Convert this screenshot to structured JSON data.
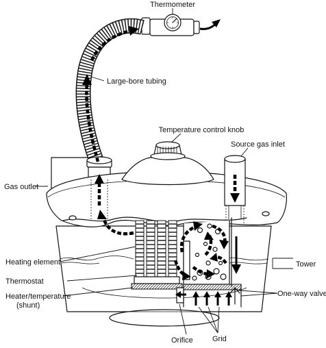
{
  "labels": {
    "thermometer": "Thermometer",
    "large_bore_tubing": "Large-bore tubing",
    "temperature_control_knob": "Temperature control knob",
    "source_gas_inlet": "Source gas inlet",
    "gas_outlet": "Gas outlet",
    "tower": "Tower",
    "heating_element": "Heating element",
    "thermostat": "Thermostat",
    "heater_temperature_line1": "Heater/temperature",
    "heater_temperature_line2": "(shunt)",
    "one_way_valve": "One-way valve",
    "orifice": "Orifice",
    "grid": "Grid"
  }
}
